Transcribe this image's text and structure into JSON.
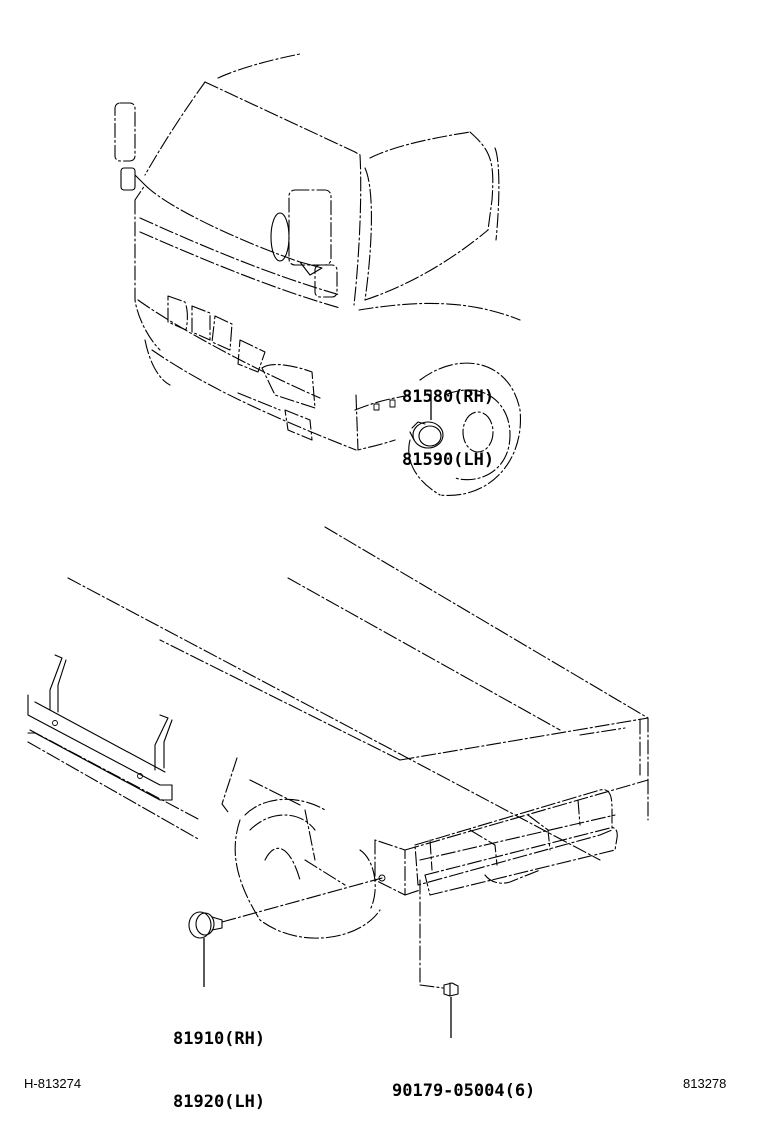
{
  "diagram": {
    "type": "exploded parts illustration",
    "subjects": [
      {
        "id": "upper",
        "description": "Cab-over truck front (cab, windshield, mirrors, grille, front bumper, front wheel)"
      },
      {
        "id": "lower",
        "description": "Truck cargo bed / rear body with side guard rail, rear wheel, rear bumper"
      }
    ],
    "callouts": [
      {
        "id": "front-side-marker",
        "part_numbers": [
          "81580(RH)",
          "81590(LH)"
        ],
        "points_to": "side marker lamp on front bumper corner"
      },
      {
        "id": "side-turn-lamp",
        "part_numbers": [
          "81910(RH)",
          "81920(LH)"
        ],
        "points_to": "side lamp mounted on lower body side"
      },
      {
        "id": "clip",
        "part_numbers": [
          "90179-05004(6)"
        ],
        "points_to": "nut/clip for rear lamp bracket"
      }
    ],
    "footer": {
      "left_code": "H-813274",
      "right_code": "813278"
    }
  },
  "colors": {
    "line": "#000000",
    "background": "#ffffff"
  }
}
